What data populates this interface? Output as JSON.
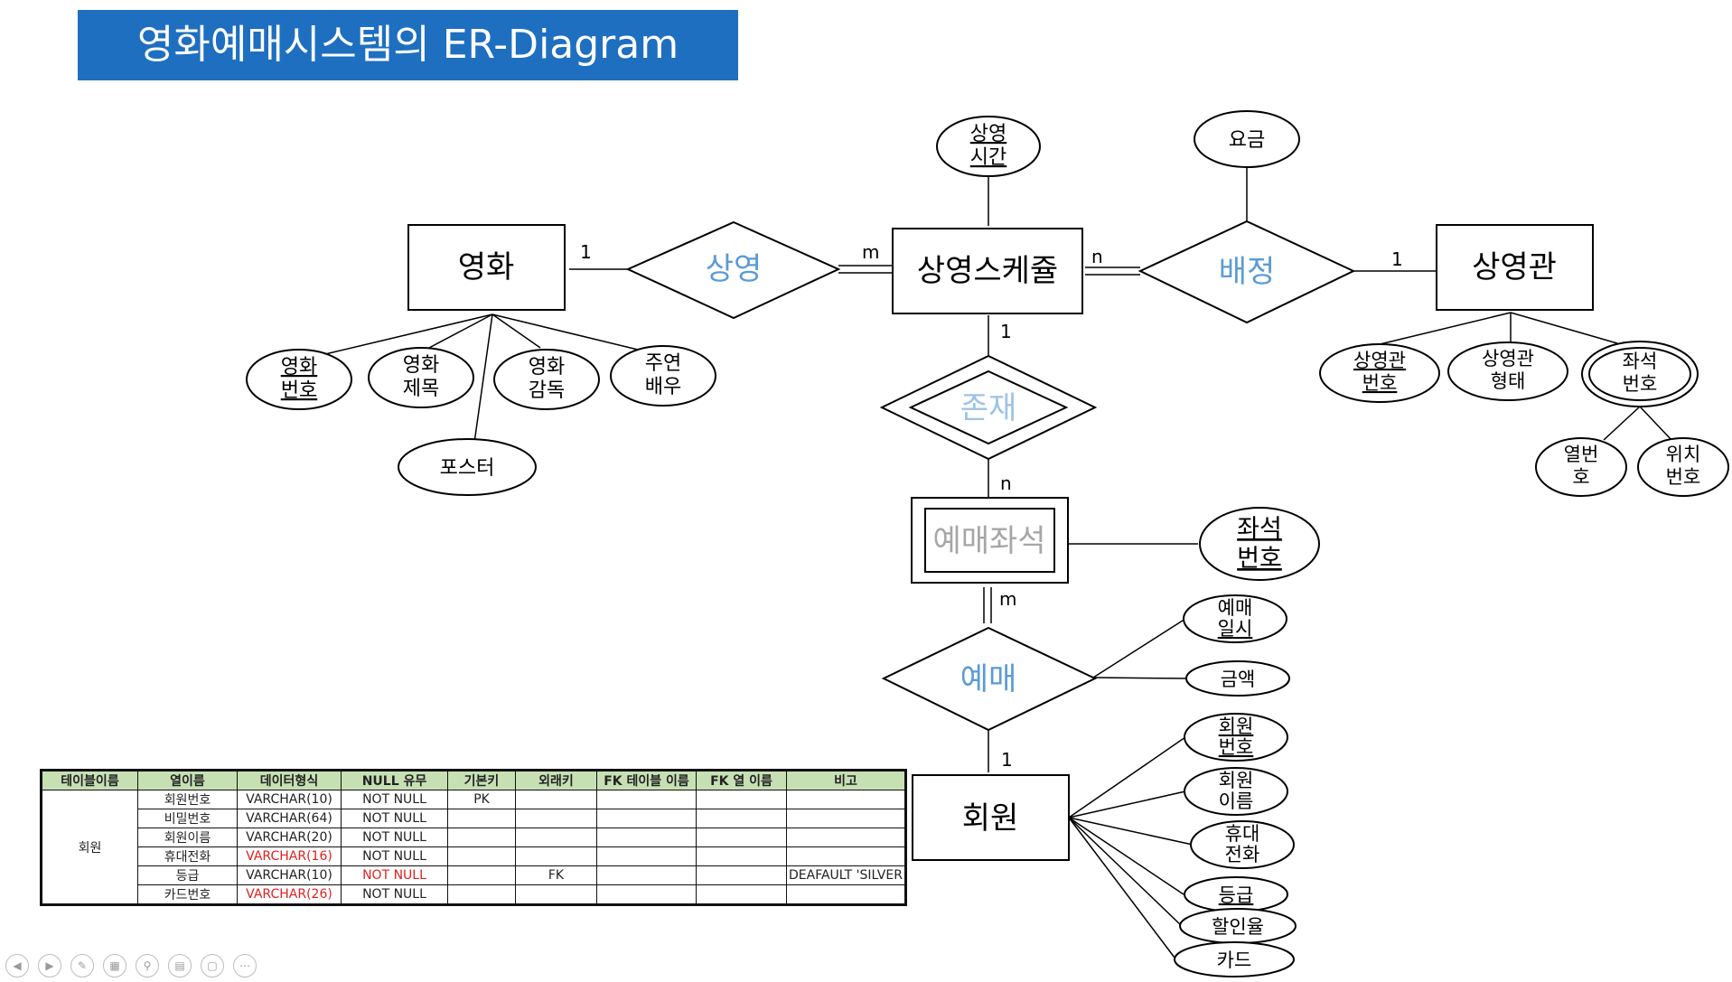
{
  "title": "영화예매시스템의 ER-Diagram",
  "entities": {
    "movie": "영화",
    "schedule": "상영스케쥴",
    "theater": "상영관",
    "reserved_seat": "예매좌석",
    "member": "회원"
  },
  "relationships": {
    "screening": "상영",
    "assignment": "배정",
    "existence": "존재",
    "reservation": "예매"
  },
  "cardinalities": {
    "movie_screening": "1",
    "screening_schedule": "m",
    "schedule_assignment": "n",
    "assignment_theater": "1",
    "schedule_existence": "1",
    "existence_seat": "n",
    "seat_reservation": "m",
    "reservation_member": "1"
  },
  "attributes": {
    "screening_time": [
      "상영",
      "시간"
    ],
    "fee": "요금",
    "movie_no": [
      "영화",
      "번호"
    ],
    "movie_title": [
      "영화",
      "제목"
    ],
    "movie_director": [
      "영화",
      "감독"
    ],
    "lead_actor": [
      "주연",
      "배우"
    ],
    "poster": "포스터",
    "theater_no": [
      "상영관",
      "번호"
    ],
    "theater_type": [
      "상영관",
      "형태"
    ],
    "seat_no_multi": [
      "좌석",
      "번호"
    ],
    "row_no": [
      "열번",
      "호"
    ],
    "position_no": [
      "위치",
      "번호"
    ],
    "seat_no": [
      "좌석",
      "번호"
    ],
    "reserve_datetime": [
      "예매",
      "일시"
    ],
    "amount": "금액",
    "member_no": [
      "회원",
      "번호"
    ],
    "member_name": [
      "회원",
      "이름"
    ],
    "mobile": [
      "휴대",
      "전화"
    ],
    "grade": "등급",
    "discount_rate": "할인율",
    "card": "카드"
  },
  "table": {
    "headers": [
      "테이블이름",
      "열이름",
      "데이터형식",
      "NULL 유무",
      "기본키",
      "외래키",
      "FK 테이블 이름",
      "FK 열 이름",
      "비고"
    ],
    "table_name": "회원",
    "rows": [
      {
        "col": "회원번호",
        "type": "VARCHAR(10)",
        "null": "NOT NULL",
        "pk": "PK",
        "fk": "",
        "fk_table": "",
        "fk_col": "",
        "note": ""
      },
      {
        "col": "비밀번호",
        "type": "VARCHAR(64)",
        "null": "NOT NULL",
        "pk": "",
        "fk": "",
        "fk_table": "",
        "fk_col": "",
        "note": ""
      },
      {
        "col": "회원이름",
        "type": "VARCHAR(20)",
        "null": "NOT NULL",
        "pk": "",
        "fk": "",
        "fk_table": "",
        "fk_col": "",
        "note": ""
      },
      {
        "col": "휴대전화",
        "type": "VARCHAR(16)",
        "null": "NOT NULL",
        "pk": "",
        "fk": "",
        "fk_table": "",
        "fk_col": "",
        "note": ""
      },
      {
        "col": "등급",
        "type": "VARCHAR(10)",
        "null": "NOT NULL",
        "pk": "",
        "fk": "FK",
        "fk_table": "",
        "fk_col": "",
        "note": "DEAFAULT 'SILVER"
      },
      {
        "col": "카드번호",
        "type": "VARCHAR(26)",
        "null": "NOT NULL",
        "pk": "",
        "fk": "",
        "fk_table": "",
        "fk_col": "",
        "note": ""
      }
    ]
  },
  "colors": {
    "title_bg": "#1e6fc0",
    "relationship_text": "#5b9bd5",
    "weak_text": "#a6a6a6",
    "header_bg": "#c6e0b4",
    "highlight_red": "#e02020"
  },
  "toolbar_icons": [
    "prev-icon",
    "next-icon",
    "pen-icon",
    "slides-icon",
    "zoom-icon",
    "subtitles-icon",
    "camera-off-icon",
    "more-icon"
  ]
}
